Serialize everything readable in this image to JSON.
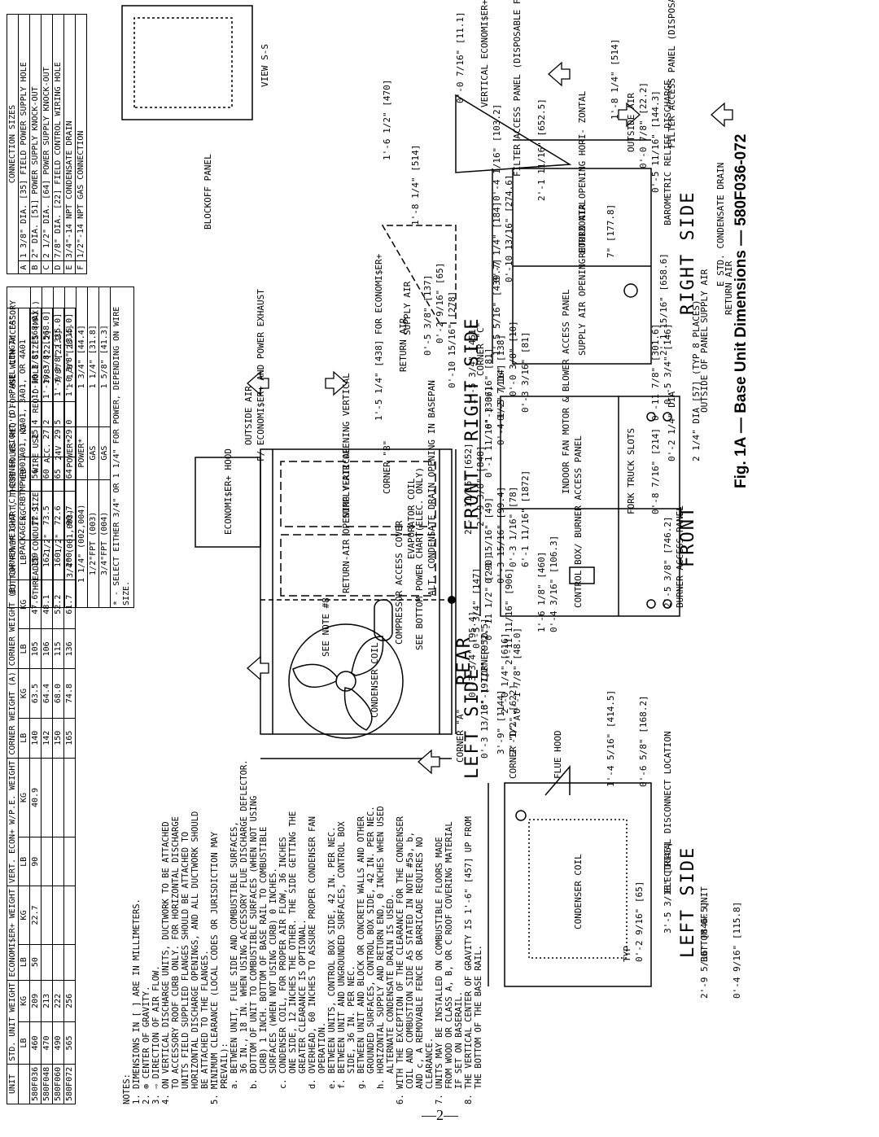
{
  "caption": "Fig. 1A — Base Unit Dimensions — 580F036-072",
  "page_number": "—2—",
  "weight_table": {
    "headers": [
      "UNIT",
      "STD. UNIT WEIGHT",
      "ECONOMI$ER+ WEIGHT",
      "VERT. ECON+ W/P.E. WEIGHT",
      "CORNER WEIGHT (A)",
      "CORNER WEIGHT (B)",
      "CORNER WEIGHT (C)",
      "CORNER WEIGHT (D)",
      "PANEL LENGTH \"A\""
    ],
    "units_row": [
      "",
      "LB",
      "KG",
      "LB",
      "KG",
      "LB",
      "KG",
      "LB",
      "KG",
      "LB",
      "KG",
      "LB",
      "KG",
      "LB",
      "KG",
      ""
    ],
    "rows": [
      [
        "580F036",
        "460",
        "209",
        "50",
        "22.7",
        "90",
        "40.9",
        "140",
        "63.5",
        "105",
        "47.6",
        "159",
        "72.1",
        "56",
        "25.4",
        "1'-10 3/8\" [568.0]"
      ],
      [
        "580F048",
        "470",
        "213",
        "",
        "",
        "",
        "",
        "142",
        "64.4",
        "106",
        "48.1",
        "162",
        "73.5",
        "60",
        "27.2",
        "1'-10 3/8\" [568.0]"
      ],
      [
        "580F060",
        "490",
        "222",
        "",
        "",
        "",
        "",
        "150",
        "68.0",
        "115",
        "52.2",
        "160",
        "72.6",
        "65",
        "29.5",
        "1'-0 3/8\" [315.0]"
      ],
      [
        "580F072",
        "565",
        "256",
        "",
        "",
        "",
        "",
        "165",
        "74.8",
        "136",
        "61.7",
        "200",
        "90.7",
        "64",
        "29.0",
        "1'-0 3/8\" [315.0]"
      ]
    ]
  },
  "power_chart": {
    "title": "BOTTOM POWER CHART, THESE HOLES REQ'D FOR USE WITH ACCESSORY PACKAGES CRBTMPWR001A01, 2A01, 3A01, OR 4A01",
    "headers": [
      "THREADED CONDUIT SIZE",
      "WIRE USE",
      "REQ'D HOLE SIZES (MAX.)"
    ],
    "rows": [
      [
        "1/2\"",
        "ACC.",
        "7/8\" [22.2]"
      ],
      [
        "1/2\"",
        "24V",
        "7/8\" [22.2]"
      ],
      [
        "3/4\" (001,003)",
        "POWER*",
        "1 1/8\" [28.4]"
      ],
      [
        "1 1/4\" (002,004)",
        "POWER*",
        "1 3/4\" [44.4]"
      ],
      [
        "1/2\"FPT (003)",
        "GAS",
        "1 1/4\" [31.8]"
      ],
      [
        "3/4\"FPT (004)",
        "GAS",
        "1 5/8\" [41.3]"
      ]
    ],
    "footnote": "* - SELECT EITHER 3/4\" OR 1 1/4\" FOR POWER, DEPENDING ON WIRE SIZE."
  },
  "connection_sizes": {
    "title": "CONNECTION SIZES",
    "rows": [
      [
        "A",
        "1 3/8\" DIA. [35] FIELD POWER SUPPLY HOLE"
      ],
      [
        "B",
        "2\" DIA. [51] POWER SUPPLY KNOCK-OUT"
      ],
      [
        "C",
        "2 1/2\" DIA. [64] POWER SUPPLY KNOCK-OUT"
      ],
      [
        "D",
        "7/8\" DIA. [22] FIELD CONTROL WIRING HOLE"
      ],
      [
        "E",
        "3/4\"-14 NPT CONDENSATE DRAIN"
      ],
      [
        "F",
        "1/2\"-14 NPT GAS CONNECTION"
      ]
    ]
  },
  "notes": [
    "NOTES:",
    "1. DIMENSIONS IN [ ] ARE IN MILLIMETERS.",
    "2. ⊕ CENTER OF GRAVITY.",
    "3. ⇨ DIRECTION OF AIR FLOW.",
    "4. ON VERTICAL DISCHARGE UNITS, DUCTWORK TO BE ATTACHED",
    "   TO ACCESSORY ROOF CURB ONLY. FOR HORIZONTAL DISCHARGE",
    "   UNITS FIELD SUPPLIED FLANGES SHOULD BE ATTACHED TO",
    "   HORIZONTAL DISCHARGE OPENINGS, AND ALL DUCTWORK SHOULD",
    "   BE ATTACHED TO THE FLANGES.",
    "5. MINIMUM CLEARANCE (LOCAL CODES OR JURISDICTION MAY",
    "   PREVAIL):",
    "   a. BETWEEN UNIT, FLUE SIDE AND COMBUSTIBLE SURFACES,",
    "      36 IN., 18 IN. WHEN USING ACCESSORY FLUE DISCHARGE DEFLECTOR.",
    "   b. BOTTOM OF UNIT TO COMBUSTIBLE SURFACES (WHEN NOT USING",
    "      CURB) 1 INCH. BOTTOM OF BASE RAIL TO COMBUSTIBLE",
    "      SURFACES (WHEN NOT USING CURB) 0 INCHES.",
    "   c. CONDENSER COIL, FOR PROPER AIR FLOW, 36 INCHES",
    "      ONE SIDE, 12 INCHES THE OTHER. THE SIDE GETTING THE",
    "      GREATER CLEARANCE IS OPTIONAL.",
    "   d. OVERHEAD, 60 INCHES TO ASSURE PROPER CONDENSER FAN",
    "      OPERATION.",
    "   e. BETWEEN UNITS, CONTROL BOX SIDE, 42 IN. PER NEC.",
    "   f. BETWEEN UNIT AND UNGROUNDED SURFACES, CONTROL BOX",
    "      SIDE, 36 IN. PER NEC.",
    "   g. BETWEEN UNIT AND BLOCK OR CONCRETE WALLS AND OTHER",
    "      GROUNDED SURFACES, CONTROL BOX SIDE, 42 IN. PER NEC.",
    "   h. HORIZONTAL SUPPLY AND RETURN END, 0 INCHES WHEN USED",
    "      ALTERNATE CONDENSATE DRAIN IS USED.",
    "6. WITH THE EXCEPTION OF THE CLEARANCE FOR THE CONDENSER",
    "   COIL AND COMBUSTION SIDE AS STATED IN NOTE #5a, b,",
    "   AND c, A REMOVABLE FENCE OR BARRICADE REQUIRES NO",
    "   CLEARANCE.",
    "7. UNITS MAY BE INSTALLED ON COMBUSTIBLE FLOORS MADE",
    "   FROM WOOD OR CLASS A, B, OR C ROOF COVERING MATERIAL",
    "   IF SET ON BASERAIL.",
    "8. THE VERTICAL CENTER OF GRAVITY IS 1'-6\" [457] UP FROM",
    "   THE BOTTOM OF THE BASE RAIL."
  ],
  "views": {
    "rear": "REAR",
    "front": "FRONT",
    "front2": "FRONT",
    "left_side": "LEFT SIDE",
    "left_side2": "LEFT SIDE",
    "right_side": "RIGHT SIDE",
    "right_side2": "RIGHT SIDE",
    "view_ss": "VIEW S-S"
  },
  "labels": {
    "condenser_coil": "CONDENSER COIL",
    "condenser_coil2": "CONDENSER COIL",
    "compressor_cover": "COMPRESSOR ACCESS COVER",
    "see_note_8": "SEE NOTE #8",
    "see_bottom_power": "SEE BOTTOM POWER CHART(ELEC. ONLY)",
    "econ_hood": "ECONOMI$ER+ HOOD",
    "return_air_opening": "RETURN-AIR OPENING VERTICAL",
    "supply_air_opening": "SUPPLY-AIR OPENING VERTICAL",
    "evaporator_coil": "EVAPORATOR COIL",
    "alt_condensate": "ALT. CONDENSATE DRAIN OPENING IN BASEPAN",
    "outside_air": "OUTSIDE AIR",
    "econ_power_exhaust": "F/ ECONOMI$ER+ AND POWER EXHAUST",
    "corner_a": "CORNER \"A\"",
    "corner_b": "CORNER \"B\"",
    "corner_c": "CORNER \"C\"",
    "corner_d": "CORNER \"D\"",
    "corner_d2": "CORNER \"D\"",
    "indoor_fan": "INDOOR FAN MOTOR & BLOWER ACCESS PANEL",
    "control_box": "CONTROL BOX/ BURNER ACCESS PANEL",
    "burner_access": "BURNER ACCESS PANEL",
    "fork_truck": "FORK TRUCK SLOTS",
    "dia_places": "2 1/4\" DIA [57] (TYP 8 PLACES)",
    "flue_hood": "FLUE HOOD",
    "elec_disconnect": "ELECTRICAL DISCONNECT LOCATION",
    "bottom_of_unit": "BOTTOM OF UNIT",
    "return_air": "RETURN AIR",
    "supply_air": "SUPPLY AIR",
    "return_air2": "RETURN AIR",
    "supply_air2": "SUPPLY AIR",
    "supply_horizontal": "SUPPLY AIR OPENING HORIZONTAL",
    "return_horizontal": "RETURN AIR OPENING HORI- ZONTAL",
    "filter_panel": "FILTER ACCESS PANEL (DISPOSABLE FILTERS)",
    "filter_panel2": "FILTER ACCESS PANEL (DISPOSABLE FILTERS)",
    "vertical_econ": "VERTICAL ECONOMI$ER+ W/ POWER EXHAUST",
    "outside_air2": "OUTSIDE AIR",
    "barometric": "BAROMETRIC RELIEF DISCHARGE",
    "std_condensate": "E STD. CONDENSATE DRAIN",
    "outside_of_panel": "OUTSIDE OF PANEL",
    "blockoff": "BLOCKOFF PANEL",
    "for_economiser": "1'-5 1/4\" [438] FOR ECONOMI$ER+",
    "panel_a": "\"A\"",
    "typ": "TYP"
  },
  "dims": {
    "rear_width": "3'-1 1/2\" [952.5]",
    "rear_2": "2'-9 3/8\" [848]",
    "rear_3": "2'-1 11/16\" [652]",
    "rear_4": "0'-4 1/2\" [114]",
    "left_9": "3'-9\" [1144]",
    "left_2": "2'-1/2\" [622]",
    "d_0214": "2'-0 1/4\" [616]",
    "d_0178": "0'-1 7/8\" [48.0]",
    "d_0334": "0'-3 3/4\" [95.4]",
    "d_0534": "0'-5 3/4\" [147]",
    "d_01112": "0'-11 1/2\" [290]",
    "d_021116": "2'-11 11/16\" [906]",
    "d_0116": "0'-1 15/16\" [49]",
    "d_0316": "0'-3 15/16\" [99.4]",
    "d_0316b": "0'-3 1/16\" [78]",
    "d_611": "6'-1 11/16\" [1872]",
    "d_0_1": "0'-1 11/16\" [306]",
    "d_0_0": "0'-0 3/8\" [10]",
    "d_0_3": "0'-3 3/16\" [81]",
    "d_0_3b": "0'-3 3/16\" [81]",
    "d_0_5": "0'-5 3/8\" [137]",
    "d_0_2": "0'-2 9/16\" [65]",
    "d_0_10": "0'-10 15/16\" [278]",
    "d_0_5_7": "0'-5 7/16\" [138]",
    "d_1_5": "1'-5 3/4\" [451]",
    "d_1_6": "1'-6 1/8\" [460]",
    "d_0_4_316": "0'-4 3/16\" [106.3]",
    "d_2_5": "2'-5 3/8\" [746.2]",
    "d_0_8": "0'-8 7/16\" [214]",
    "d_0_2_14": "0'-2 1/4\" DIA",
    "d_0_11": "0'-11 7/8\" [301.6]",
    "d_0_5_34": "0'-5 3/4\" [146]",
    "d_1_5_516": "1'-5 5/16\" [439.7]",
    "d_0_7": "0'-7 1/4\" [184]",
    "d_0_10_1316": "0'-10 13/16\" [274.6]",
    "d_2_1_1516": "2'-1 15/16\" [658.6]",
    "d_7": "7\" [177.8]",
    "d_1_8": "1'-8 1/4\" [514]",
    "d_1_6_12": "1'-6 1/2\" [470]",
    "d_0_4_116": "0'-4 1/16\" [103.2]",
    "d_2_1_1116": "2'-1 11/16\" [652.5]",
    "d_0_7_716": "0'-0 7/16\" [11.1]",
    "d_1_8_14": "1'-8 1/4\" [514]",
    "d_0_0_78": "0'-0 7/8\" [22.2]",
    "d_0_5_1116": "0'-5 11/16\" [144.3]",
    "d_3_5": "3'-5 3/16\" [1046]",
    "d_0_2_916": "0'-2 9/16\" [65]",
    "d_2_9": "2'-9 5/16\" [846.5]",
    "d_0_4_916": "0'-4 9/16\" [115.8]",
    "d_1_4": "1'-4 5/16\" [414.5]",
    "d_0_6": "0'-6 5/8\" [168.2]",
    "d_0_3_1316": "0'-3 13/16\" [97]"
  }
}
